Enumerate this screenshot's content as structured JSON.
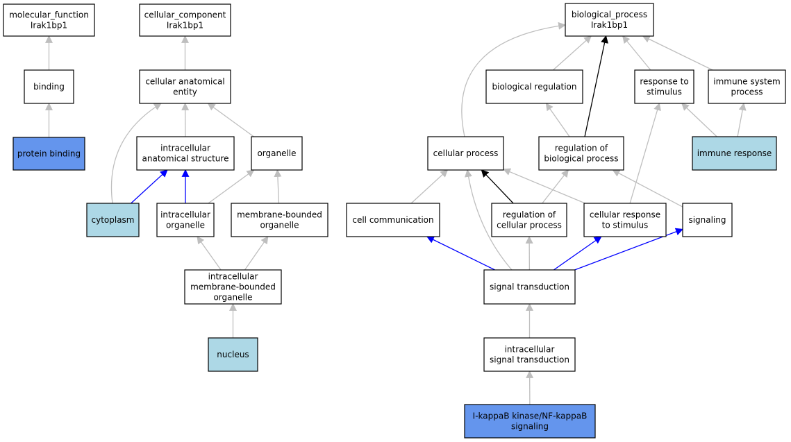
{
  "colors": {
    "default_fill": "#ffffff",
    "light_blue_fill": "#add8e6",
    "cornflower_fill": "#6495ed",
    "edge_gray": "#bebebe",
    "edge_black": "#000000",
    "edge_blue": "#0000ff"
  },
  "nodes": [
    {
      "id": "molecular_function",
      "lines": [
        "molecular_function",
        "Irak1bp1"
      ],
      "fill": "white"
    },
    {
      "id": "binding",
      "lines": [
        "binding"
      ],
      "fill": "white"
    },
    {
      "id": "protein_binding",
      "lines": [
        "protein binding"
      ],
      "fill": "cornflower"
    },
    {
      "id": "cellular_component",
      "lines": [
        "cellular_component",
        "Irak1bp1"
      ],
      "fill": "white"
    },
    {
      "id": "cellular_anatomical_entity",
      "lines": [
        "cellular anatomical",
        "entity"
      ],
      "fill": "white"
    },
    {
      "id": "intracellular_anatomical_structure",
      "lines": [
        "intracellular",
        "anatomical structure"
      ],
      "fill": "white"
    },
    {
      "id": "organelle",
      "lines": [
        "organelle"
      ],
      "fill": "white"
    },
    {
      "id": "cytoplasm",
      "lines": [
        "cytoplasm"
      ],
      "fill": "lightblue"
    },
    {
      "id": "intracellular_organelle",
      "lines": [
        "intracellular",
        "organelle"
      ],
      "fill": "white"
    },
    {
      "id": "membrane_bounded_organelle",
      "lines": [
        "membrane-bounded",
        "organelle"
      ],
      "fill": "white"
    },
    {
      "id": "intracellular_membrane_bounded_organelle",
      "lines": [
        "intracellular",
        "membrane-bounded",
        "organelle"
      ],
      "fill": "white"
    },
    {
      "id": "nucleus",
      "lines": [
        "nucleus"
      ],
      "fill": "lightblue"
    },
    {
      "id": "biological_process",
      "lines": [
        "biological_process",
        "Irak1bp1"
      ],
      "fill": "white"
    },
    {
      "id": "biological_regulation",
      "lines": [
        "biological regulation"
      ],
      "fill": "white"
    },
    {
      "id": "response_to_stimulus",
      "lines": [
        "response to",
        "stimulus"
      ],
      "fill": "white"
    },
    {
      "id": "immune_system_process",
      "lines": [
        "immune system",
        "process"
      ],
      "fill": "white"
    },
    {
      "id": "cellular_process",
      "lines": [
        "cellular process"
      ],
      "fill": "white"
    },
    {
      "id": "regulation_of_biological_process",
      "lines": [
        "regulation of",
        "biological process"
      ],
      "fill": "white"
    },
    {
      "id": "immune_response",
      "lines": [
        "immune response"
      ],
      "fill": "lightblue"
    },
    {
      "id": "cell_communication",
      "lines": [
        "cell communication"
      ],
      "fill": "white"
    },
    {
      "id": "regulation_of_cellular_process",
      "lines": [
        "regulation of",
        "cellular process"
      ],
      "fill": "white"
    },
    {
      "id": "cellular_response_to_stimulus",
      "lines": [
        "cellular response",
        "to stimulus"
      ],
      "fill": "white"
    },
    {
      "id": "signaling",
      "lines": [
        "signaling"
      ],
      "fill": "white"
    },
    {
      "id": "signal_transduction",
      "lines": [
        "signal transduction"
      ],
      "fill": "white"
    },
    {
      "id": "intracellular_signal_transduction",
      "lines": [
        "intracellular",
        "signal transduction"
      ],
      "fill": "white"
    },
    {
      "id": "ikappab_nfkappab_signaling",
      "lines": [
        "I-kappaB kinase/NF-kappaB",
        "signaling"
      ],
      "fill": "cornflower"
    }
  ],
  "edges": [
    {
      "from": "binding",
      "to": "molecular_function",
      "color": "gray"
    },
    {
      "from": "protein_binding",
      "to": "binding",
      "color": "gray"
    },
    {
      "from": "cellular_anatomical_entity",
      "to": "cellular_component",
      "color": "gray"
    },
    {
      "from": "intracellular_anatomical_structure",
      "to": "cellular_anatomical_entity",
      "color": "gray"
    },
    {
      "from": "organelle",
      "to": "cellular_anatomical_entity",
      "color": "gray"
    },
    {
      "from": "cytoplasm",
      "to": "cellular_anatomical_entity",
      "color": "gray"
    },
    {
      "from": "cytoplasm",
      "to": "intracellular_anatomical_structure",
      "color": "blue"
    },
    {
      "from": "intracellular_organelle",
      "to": "intracellular_anatomical_structure",
      "color": "blue"
    },
    {
      "from": "intracellular_organelle",
      "to": "organelle",
      "color": "gray"
    },
    {
      "from": "membrane_bounded_organelle",
      "to": "organelle",
      "color": "gray"
    },
    {
      "from": "intracellular_membrane_bounded_organelle",
      "to": "intracellular_organelle",
      "color": "gray"
    },
    {
      "from": "intracellular_membrane_bounded_organelle",
      "to": "membrane_bounded_organelle",
      "color": "gray"
    },
    {
      "from": "nucleus",
      "to": "intracellular_membrane_bounded_organelle",
      "color": "gray"
    },
    {
      "from": "biological_regulation",
      "to": "biological_process",
      "color": "gray"
    },
    {
      "from": "response_to_stimulus",
      "to": "biological_process",
      "color": "gray"
    },
    {
      "from": "immune_system_process",
      "to": "biological_process",
      "color": "gray"
    },
    {
      "from": "cellular_process",
      "to": "biological_process",
      "color": "gray"
    },
    {
      "from": "regulation_of_biological_process",
      "to": "biological_process",
      "color": "black"
    },
    {
      "from": "regulation_of_biological_process",
      "to": "biological_regulation",
      "color": "gray"
    },
    {
      "from": "immune_response",
      "to": "response_to_stimulus",
      "color": "gray"
    },
    {
      "from": "immune_response",
      "to": "immune_system_process",
      "color": "gray"
    },
    {
      "from": "cell_communication",
      "to": "cellular_process",
      "color": "gray"
    },
    {
      "from": "regulation_of_cellular_process",
      "to": "cellular_process",
      "color": "black"
    },
    {
      "from": "regulation_of_cellular_process",
      "to": "regulation_of_biological_process",
      "color": "gray"
    },
    {
      "from": "cellular_response_to_stimulus",
      "to": "cellular_process",
      "color": "gray"
    },
    {
      "from": "cellular_response_to_stimulus",
      "to": "response_to_stimulus",
      "color": "gray"
    },
    {
      "from": "signaling",
      "to": "regulation_of_biological_process",
      "color": "gray"
    },
    {
      "from": "signal_transduction",
      "to": "cell_communication",
      "color": "blue"
    },
    {
      "from": "signal_transduction",
      "to": "cellular_process",
      "color": "gray"
    },
    {
      "from": "signal_transduction",
      "to": "regulation_of_cellular_process",
      "color": "gray"
    },
    {
      "from": "signal_transduction",
      "to": "cellular_response_to_stimulus",
      "color": "blue"
    },
    {
      "from": "signal_transduction",
      "to": "signaling",
      "color": "blue"
    },
    {
      "from": "intracellular_signal_transduction",
      "to": "signal_transduction",
      "color": "gray"
    },
    {
      "from": "ikappab_nfkappab_signaling",
      "to": "intracellular_signal_transduction",
      "color": "gray"
    }
  ]
}
